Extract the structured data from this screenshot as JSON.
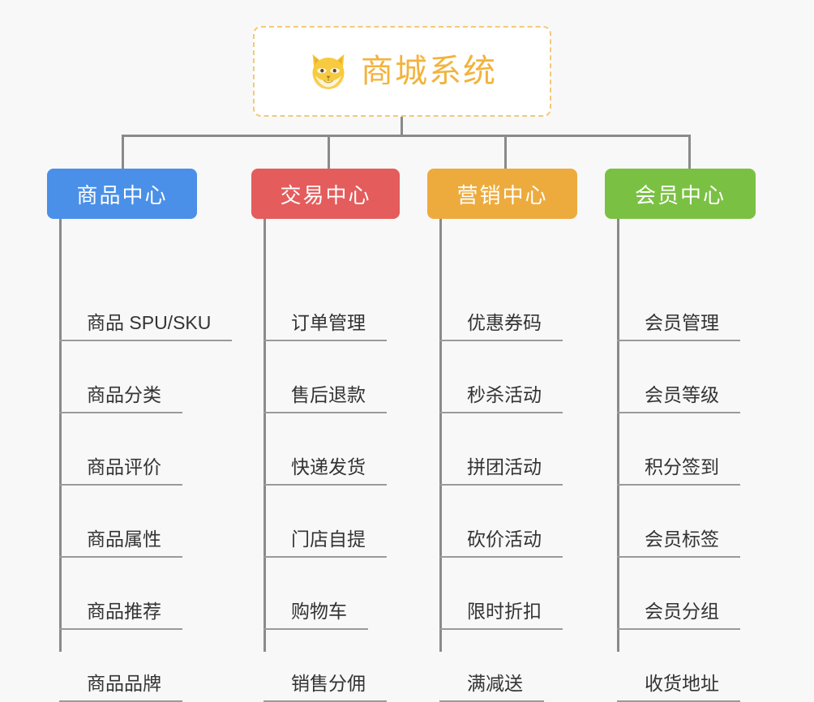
{
  "background_color": "#f8f8f8",
  "root": {
    "title": "商城系统",
    "icon": "shiba-dog-icon",
    "title_color": "#f2b33d",
    "border_color": "#f3c97a"
  },
  "connector_color": "#8a8a8a",
  "columns": [
    {
      "header": "商品中心",
      "color": "#4a90e8",
      "items": [
        "商品 SPU/SKU",
        "商品分类",
        "商品评价",
        "商品属性",
        "商品推荐",
        "商品品牌"
      ]
    },
    {
      "header": "交易中心",
      "color": "#e45c5c",
      "items": [
        "订单管理",
        "售后退款",
        "快递发货",
        "门店自提",
        "购物车",
        "销售分佣"
      ]
    },
    {
      "header": "营销中心",
      "color": "#edab3e",
      "items": [
        "优惠券码",
        "秒杀活动",
        "拼团活动",
        "砍价活动",
        "限时折扣",
        "满减送"
      ]
    },
    {
      "header": "会员中心",
      "color": "#7ac143",
      "items": [
        "会员管理",
        "会员等级",
        "积分签到",
        "会员标签",
        "会员分组",
        "收货地址"
      ]
    }
  ]
}
